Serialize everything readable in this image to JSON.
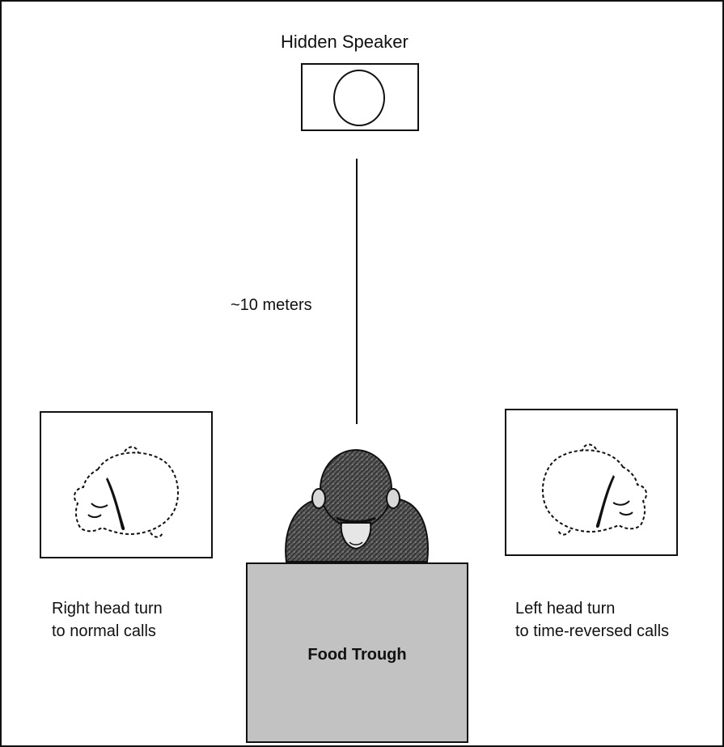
{
  "diagram": {
    "speaker_label": "Hidden Speaker",
    "distance_label": "~10 meters",
    "right_turn_label": [
      "Right head turn",
      "to normal calls"
    ],
    "left_turn_label": [
      "Left head turn",
      "to time-reversed calls"
    ],
    "trough_label": "Food Trough"
  },
  "colors": {
    "ink": "#111111",
    "trough_fill": "#c2c2c2",
    "background": "#ffffff"
  }
}
